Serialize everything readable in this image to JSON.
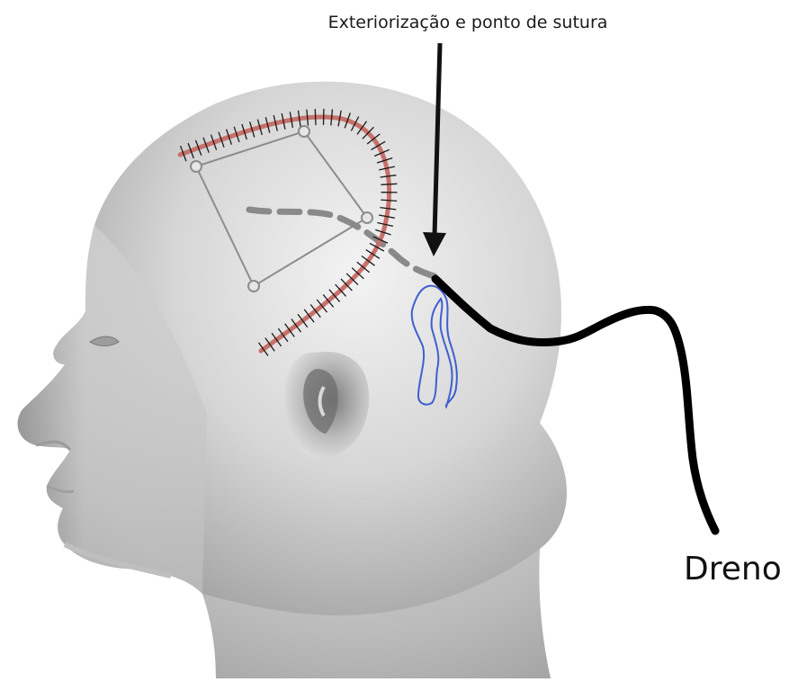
{
  "labels": {
    "suture_point": "Exteriorização e ponto de sutura",
    "drain": "Dreno"
  },
  "icons": {
    "head": "head-profile-illustration",
    "ear": "ear-illustration",
    "arrow": "down-arrow-icon"
  },
  "colors": {
    "skin_light": "#f2f2f2",
    "skin_mid": "#b9b9b9",
    "skin_dark": "#6f6f6f",
    "incision": "#c9706a",
    "stitch": "#1a1a1a",
    "subcutaneous_drain": "#8a8a8a",
    "vessel_outline": "#3f5fd0",
    "external_drain": "#000000"
  }
}
